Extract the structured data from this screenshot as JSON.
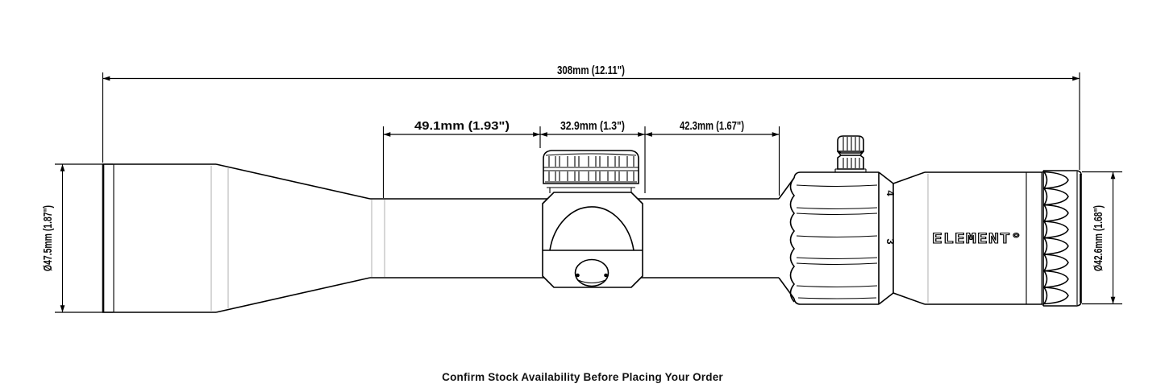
{
  "page": {
    "background": "#ffffff"
  },
  "drawing": {
    "dimensions": {
      "overall_length": "308mm (12.11\")",
      "front_tube_length": "49.1mm (1.93\")",
      "saddle_length": "32.9mm (1.3\")",
      "rear_tube_length": "42.3mm (1.67\")",
      "objective_diameter": "Ø47.5mm (1.87\")",
      "ocular_diameter": "Ø42.6mm (1.68\")"
    },
    "scope": {
      "brand": "ELEMENT°",
      "magnification_marks": [
        "4",
        "3"
      ]
    },
    "line_color": "#000000"
  },
  "footer": {
    "note": "Confirm Stock Availability Before Placing Your Order"
  }
}
